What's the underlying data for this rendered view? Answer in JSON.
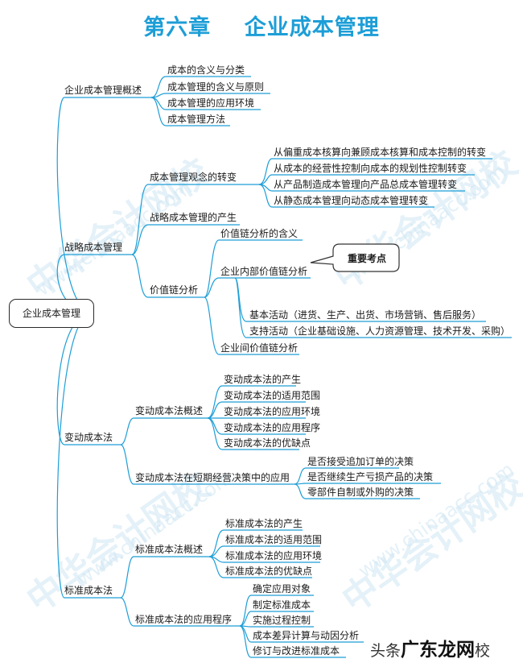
{
  "title": "第六章    企业成本管理",
  "root": "企业成本管理",
  "callout": "重要考点",
  "branches": {
    "overview": {
      "label": "企业成本管理概述",
      "items": [
        "成本的含义与分类",
        "成本管理的含义与原则",
        "成本管理的应用环境",
        "成本管理方法"
      ]
    },
    "strategic": {
      "label": "战略成本管理",
      "concept": {
        "label": "成本管理观念的转变",
        "items": [
          "从偏重成本核算向兼顾成本核算和成本控制的转变",
          "从成本的经营性控制向成本的规划性控制转变",
          "从产品制造成本管理向产品总成本管理转变",
          "从静态成本管理向动态成本管理转变"
        ]
      },
      "emergence": "战略成本管理的产生",
      "value_chain": {
        "label": "价值链分析",
        "meaning": "价值链分析的含义",
        "internal": {
          "label": "企业内部价值链分析",
          "basic": "基本活动（进货、生产、出货、市场营销、售后服务）",
          "support": "支持活动（企业基础设施、人力资源管理、技术开发、采购）"
        },
        "inter": "企业间价值链分析"
      }
    },
    "variable": {
      "label": "变动成本法",
      "overview": {
        "label": "变动成本法概述",
        "items": [
          "变动成本法的产生",
          "变动成本法的适用范围",
          "变动成本法的应用环境",
          "变动成本法的应用程序",
          "变动成本法的优缺点"
        ]
      },
      "decisions": {
        "label": "变动成本法在短期经营决策中的应用",
        "items": [
          "是否接受追加订单的决策",
          "是否继续生产亏损产品的决策",
          "零部件自制或外购的决策"
        ]
      }
    },
    "standard": {
      "label": "标准成本法",
      "overview": {
        "label": "标准成本法概述",
        "items": [
          "标准成本法的产生",
          "标准成本法的适用范围",
          "标准成本法的应用环境",
          "标准成本法的优缺点"
        ]
      },
      "procedure": {
        "label": "标准成本法的应用程序",
        "items": [
          "确定应用对象",
          "制定标准成本",
          "实施过程控制",
          "成本差异计算与动因分析",
          "修订与改进标准成本"
        ]
      }
    }
  },
  "watermarks": {
    "brand": "中华会计网校",
    "site": "www.chinaacc.com"
  },
  "footer": {
    "prefix": "头条",
    "brand": "广东龙网",
    "suffix": "校"
  },
  "colors": {
    "line": "#1d9ed7",
    "title": "#1d9ed7",
    "text": "#1a1a1a"
  }
}
